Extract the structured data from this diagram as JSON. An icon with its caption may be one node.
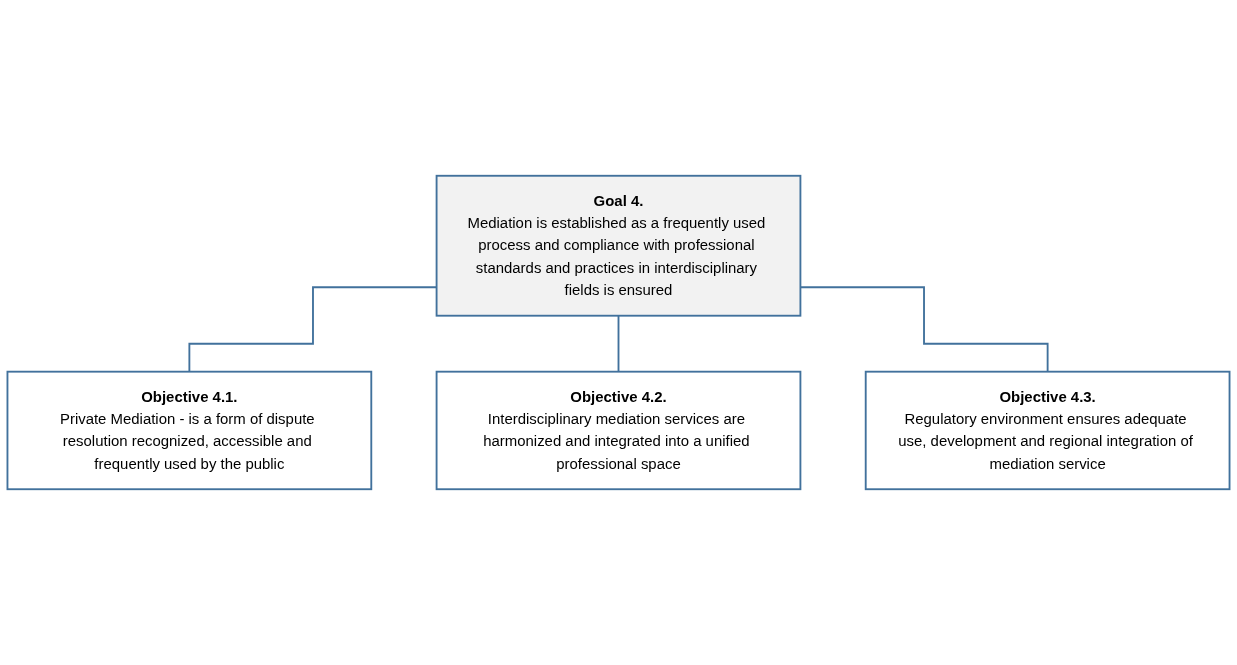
{
  "diagram": {
    "nodes": [
      {
        "text": [
          "Goal 4.",
          "Mediation is established as a frequently used process and compliance with professional standards and practices in interdisciplinary fields is ensured"
        ]
      },
      {
        "text": [
          "Objective 4.1.",
          "Private Mediation - is a form of dispute resolution recognized, accessible and frequently used by the public"
        ]
      },
      {
        "text": [
          "Objective 4.2.",
          "Interdisciplinary mediation services are harmonized and integrated into a unified professional space"
        ]
      },
      {
        "text": [
          "Objective 4.3.",
          "Regulatory environment ensures adequate use, development and regional integration of mediation service"
        ]
      }
    ],
    "edges": [
      {
        "from": 0,
        "to": 1,
        "arrow": "none"
      },
      {
        "from": 0,
        "to": 2,
        "arrow": "none"
      },
      {
        "from": 0,
        "to": 3,
        "arrow": "none"
      }
    ]
  }
}
